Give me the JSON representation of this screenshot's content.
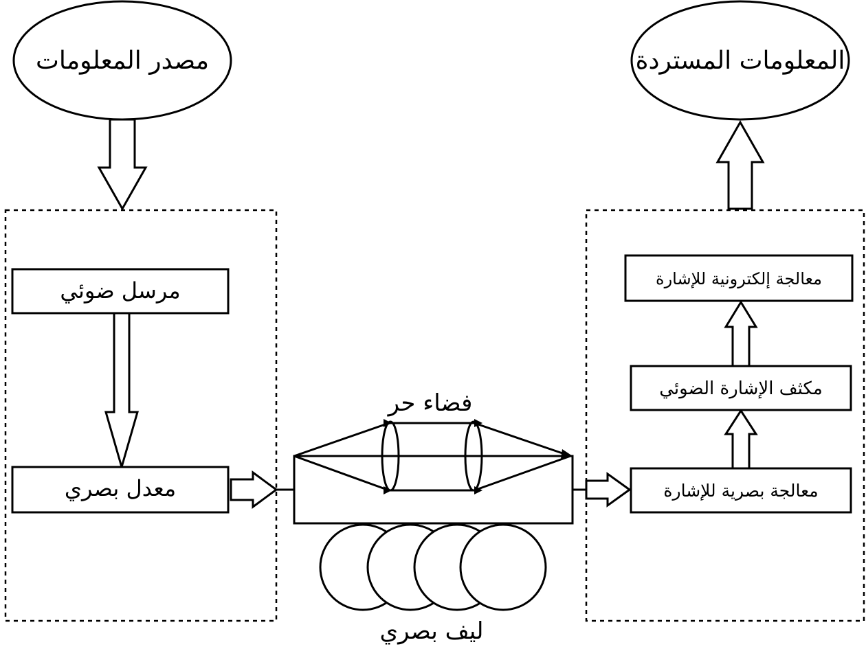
{
  "nodes": {
    "source": "مصدر المعلومات",
    "recovered": "المعلومات المستردة",
    "transmitter": "مرسل ضوئي",
    "modulator": "معدل بصري",
    "free_space": "فضاء حر",
    "fiber": "ليف بصري",
    "optical_processing": "معالجة بصرية للإشارة",
    "detector": "مكثف الإشارة الضوئي",
    "electronic_processing": "معالجة إلكترونية للإشارة"
  }
}
